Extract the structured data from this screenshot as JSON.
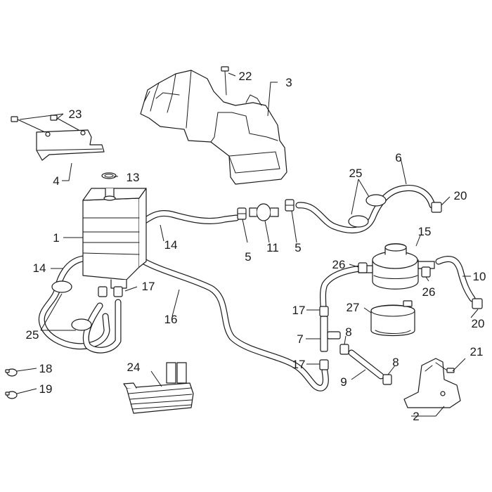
{
  "diagram": {
    "callouts": [
      {
        "id": "c1",
        "label": "1"
      },
      {
        "id": "c2",
        "label": "2"
      },
      {
        "id": "c3",
        "label": "3"
      },
      {
        "id": "c4",
        "label": "4"
      },
      {
        "id": "c5a",
        "label": "5"
      },
      {
        "id": "c5b",
        "label": "5"
      },
      {
        "id": "c6",
        "label": "6"
      },
      {
        "id": "c7",
        "label": "7"
      },
      {
        "id": "c8a",
        "label": "8"
      },
      {
        "id": "c8b",
        "label": "8"
      },
      {
        "id": "c9",
        "label": "9"
      },
      {
        "id": "c10",
        "label": "10"
      },
      {
        "id": "c11",
        "label": "11"
      },
      {
        "id": "c13",
        "label": "13"
      },
      {
        "id": "c14a",
        "label": "14"
      },
      {
        "id": "c14b",
        "label": "14"
      },
      {
        "id": "c15",
        "label": "15"
      },
      {
        "id": "c16",
        "label": "16"
      },
      {
        "id": "c17a",
        "label": "17"
      },
      {
        "id": "c17b",
        "label": "17"
      },
      {
        "id": "c17c",
        "label": "17"
      },
      {
        "id": "c18",
        "label": "18"
      },
      {
        "id": "c19",
        "label": "19"
      },
      {
        "id": "c20a",
        "label": "20"
      },
      {
        "id": "c20b",
        "label": "20"
      },
      {
        "id": "c21",
        "label": "21"
      },
      {
        "id": "c22",
        "label": "22"
      },
      {
        "id": "c23",
        "label": "23"
      },
      {
        "id": "c24",
        "label": "24"
      },
      {
        "id": "c25a",
        "label": "25"
      },
      {
        "id": "c25b",
        "label": "25"
      },
      {
        "id": "c26a",
        "label": "26"
      },
      {
        "id": "c26b",
        "label": "26"
      },
      {
        "id": "c27",
        "label": "27"
      }
    ]
  }
}
